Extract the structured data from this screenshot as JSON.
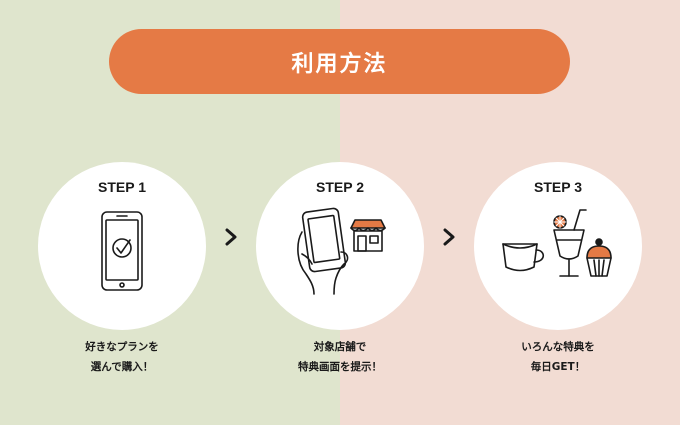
{
  "colors": {
    "left_bg": "#dfe5cd",
    "right_bg": "#f2dcd3",
    "accent": "#e57a45",
    "ink": "#1a1a1a"
  },
  "header": {
    "title": "利用方法"
  },
  "steps": [
    {
      "label": "STEP 1",
      "icon": "smartphone-check-icon",
      "caption_lines": [
        "好きなプランを",
        "選んで購入！"
      ]
    },
    {
      "label": "STEP 2",
      "icon": "hand-phone-store-icon",
      "caption_lines": [
        "対象店舗で",
        "特典画面を提示！"
      ]
    },
    {
      "label": "STEP 3",
      "icon": "coffee-drink-cupcake-icon",
      "caption_lines": [
        "いろんな特典を",
        "毎日GET！"
      ]
    }
  ],
  "separators": [
    "chevron-right-icon",
    "chevron-right-icon"
  ]
}
